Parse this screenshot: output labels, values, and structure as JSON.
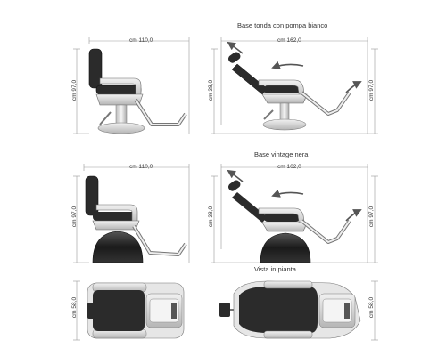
{
  "sections": {
    "top_title": "Base tonda con pompa bianco",
    "middle_title": "Base vintage nera",
    "bottom_title": "Vista in pianta"
  },
  "dimensions": {
    "d1_width": "cm 110,0",
    "d1_height": "cm 97,0",
    "d2_width": "cm 162,0",
    "d2_height_left": "cm 38,0",
    "d2_height_right": "cm 97,0",
    "d3_width": "cm 110,0",
    "d3_height": "cm 97,0",
    "d4_width": "cm 162,0",
    "d4_height_left": "cm 38,0",
    "d4_height_right": "cm 97,0",
    "d5_height": "cm 58,0",
    "d6_height": "cm 58,0"
  },
  "colors": {
    "upholstery": "#2b2b2b",
    "chrome": "#d8d8d8",
    "outline": "#555555",
    "dim_line": "#999999"
  }
}
